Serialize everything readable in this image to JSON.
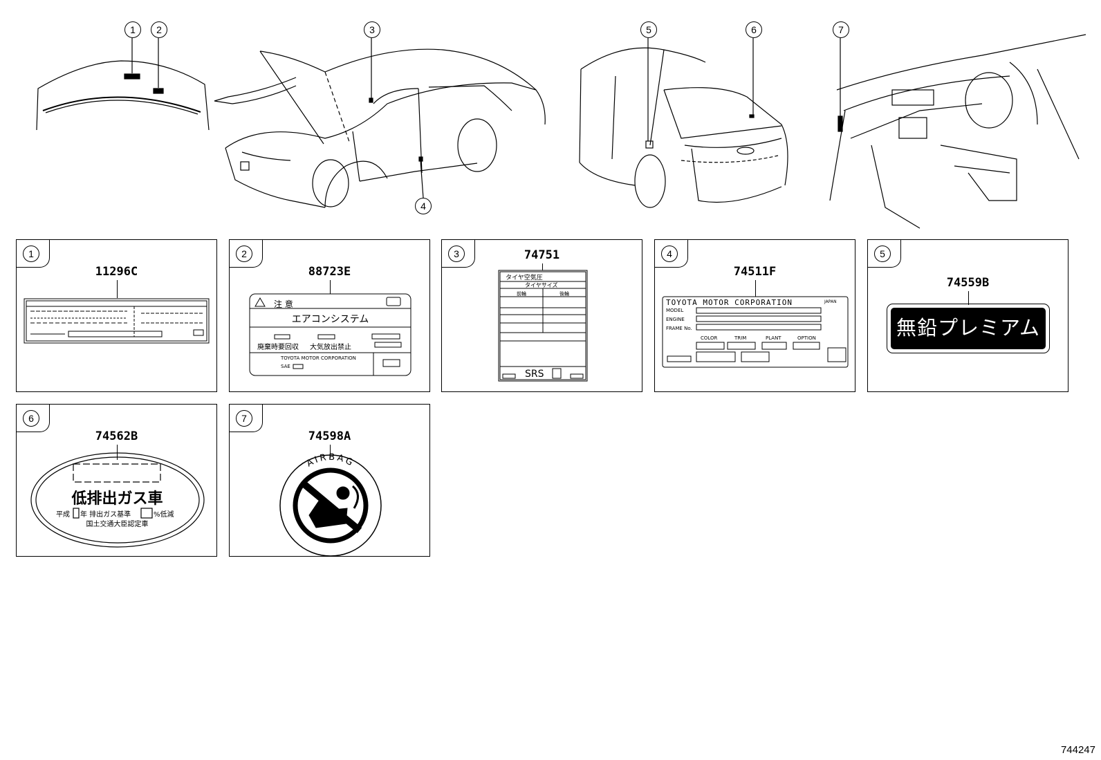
{
  "callouts": [
    "1",
    "2",
    "3",
    "4",
    "5",
    "6",
    "7"
  ],
  "panels": [
    {
      "num": "1",
      "code": "11296C"
    },
    {
      "num": "2",
      "code": "88723E",
      "caution": "注 意",
      "system": "エアコンシステム",
      "recovery": "廃棄時要回収",
      "release": "大気放出禁止",
      "maker": "TOYOTA MOTOR CORPORATION",
      "sae": "SAE"
    },
    {
      "num": "3",
      "code": "74751",
      "title": "タイヤ空気圧",
      "size": "タイヤサイズ",
      "front": "前輪",
      "rear": "後輪",
      "srs": "SRS"
    },
    {
      "num": "4",
      "code": "74511F",
      "maker": "TOYOTA MOTOR CORPORATION",
      "japan": "JAPAN",
      "model": "MODEL",
      "engine": "ENGINE",
      "frame": "FRAME No.",
      "color": "COLOR",
      "trim": "TRIM",
      "plant": "PLANT",
      "option": "OPTION"
    },
    {
      "num": "5",
      "code": "74559B",
      "text": "無鉛プレミアム"
    },
    {
      "num": "6",
      "code": "74562B",
      "headline": "低排出ガス車",
      "line2a": "平成",
      "line2b": "年 排出ガス基準",
      "line2c": "%低減",
      "line3": "国土交通大臣認定車"
    },
    {
      "num": "7",
      "code": "74598A",
      "ring": "AIRBAG"
    }
  ],
  "footer_code": "744247"
}
